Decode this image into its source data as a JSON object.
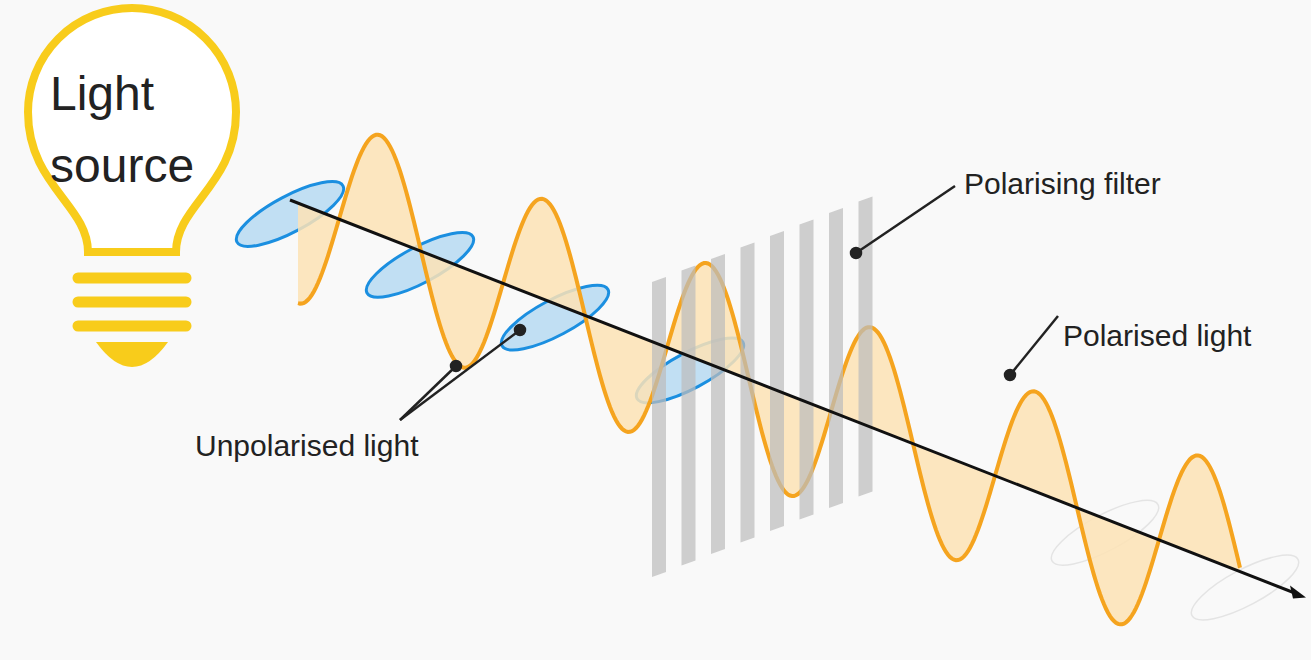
{
  "diagram": {
    "nodes": [
      {
        "text": [
          "Light source"
        ]
      }
    ],
    "labels": [
      "Polarising filter",
      "Unpolarised light",
      "Polarised light"
    ]
  }
}
